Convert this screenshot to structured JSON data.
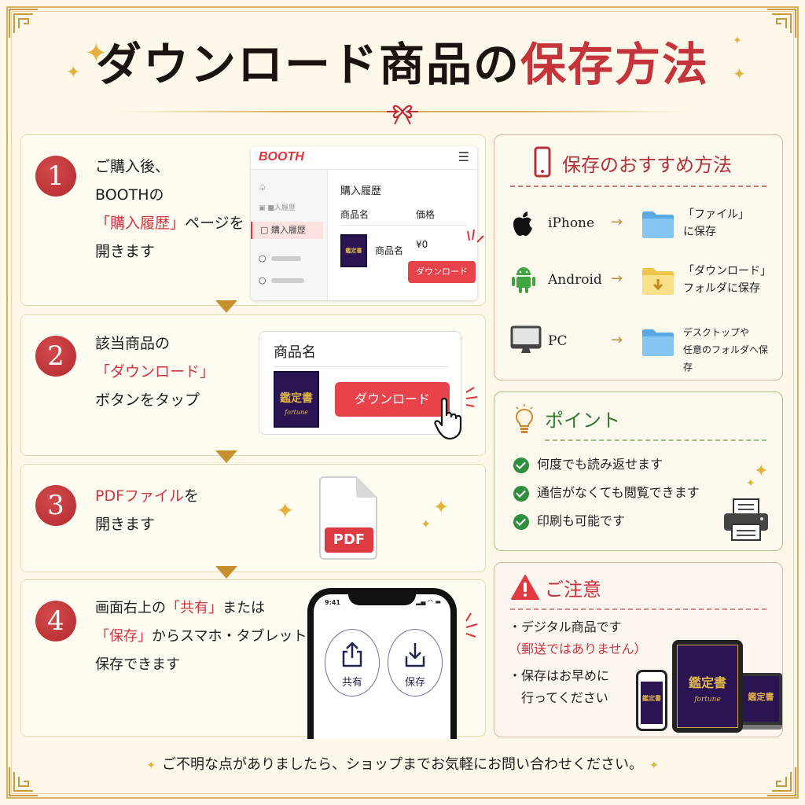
{
  "title": {
    "part_dark": "ダウンロード商品の",
    "part_red": "保存方法"
  },
  "colors": {
    "background": "#fdf8ea",
    "accent_red": "#c6343b",
    "button_red": "#e8434b",
    "gold": "#d9b15c",
    "green": "#2f8f3e",
    "navy_card": "#2a1552"
  },
  "steps": [
    {
      "number": "1",
      "lines": [
        {
          "parts": [
            {
              "text": "ご購入後、",
              "red": false
            }
          ]
        },
        {
          "parts": [
            {
              "text": "BOOTHの",
              "red": false
            }
          ]
        },
        {
          "parts": [
            {
              "text": "「購入履歴」",
              "red": true
            },
            {
              "text": "ページを",
              "red": false
            }
          ]
        },
        {
          "parts": [
            {
              "text": "開きます",
              "red": false
            }
          ]
        }
      ],
      "mockup": {
        "logo": "BOOTH",
        "menu_icon": "hamburger-icon",
        "sidebar": [
          {
            "icon": "bell-icon",
            "label": ""
          },
          {
            "icon": "clipboard-icon",
            "label": "■入履歴"
          },
          {
            "icon": "bag-icon",
            "label": "購入履歴",
            "active": true
          },
          {
            "icon": "circle-icon",
            "label": ""
          },
          {
            "icon": "chat-icon",
            "label": ""
          }
        ],
        "page_title": "購入履歴",
        "columns": [
          "商品名",
          "価格"
        ],
        "row": {
          "thumb_title": "鑑定書",
          "name": "商品名",
          "price": "¥0"
        },
        "download_label": "ダウンロード"
      }
    },
    {
      "number": "2",
      "lines": [
        {
          "parts": [
            {
              "text": "該当商品の",
              "red": false
            }
          ]
        },
        {
          "parts": [
            {
              "text": "「ダウンロード」",
              "red": true
            }
          ]
        },
        {
          "parts": [
            {
              "text": "ボタンをタップ",
              "red": false
            }
          ]
        }
      ],
      "card": {
        "title": "商品名",
        "thumb_title": "鑑定書",
        "thumb_sub": "fortune",
        "download_label": "ダウンロード"
      }
    },
    {
      "number": "3",
      "lines": [
        {
          "parts": [
            {
              "text": "PDFファイル",
              "red": true
            },
            {
              "text": "を",
              "red": false
            }
          ]
        },
        {
          "parts": [
            {
              "text": "開きます",
              "red": false
            }
          ]
        }
      ],
      "file_label": "PDF"
    },
    {
      "number": "4",
      "lines": [
        {
          "parts": [
            {
              "text": "画面右上の",
              "red": false
            },
            {
              "text": "「共有」",
              "red": true
            },
            {
              "text": "または",
              "red": false
            }
          ]
        },
        {
          "parts": [
            {
              "text": "「保存」",
              "red": true
            },
            {
              "text": "からスマホ・タブレットに",
              "red": false
            }
          ]
        },
        {
          "parts": [
            {
              "text": "保存できます",
              "red": false
            }
          ]
        }
      ],
      "phone": {
        "time": "9:41",
        "share_label": "共有",
        "save_label": "保存"
      }
    }
  ],
  "recommend": {
    "title": "保存のおすすめ方法",
    "rows": [
      {
        "os": "iPhone",
        "icon": "apple-icon",
        "folder": "blue",
        "desc": [
          "「ファイル」",
          "に保存"
        ]
      },
      {
        "os": "Android",
        "icon": "android-icon",
        "folder": "yellow-download",
        "desc": [
          "「ダウンロード」",
          "フォルダに保存"
        ]
      },
      {
        "os": "PC",
        "icon": "monitor-icon",
        "folder": "blue",
        "desc": [
          "デスクトップや",
          "任意のフォルダへ保存"
        ]
      }
    ]
  },
  "point": {
    "title": "ポイント",
    "items": [
      "何度でも読み返せます",
      "通信がなくても閲覧できます",
      "印刷も可能です"
    ]
  },
  "caution": {
    "title": "ご注意",
    "line1": "・デジタル商品です",
    "line2": "（郵送ではありません）",
    "line3": "・保存はお早めに",
    "line4": "　行ってください",
    "device_title": "鑑定書",
    "device_sub": "fortune"
  },
  "footer": {
    "text": "ご不明な点がありましたら、ショップまでお気軽にお問い合わせください。"
  }
}
